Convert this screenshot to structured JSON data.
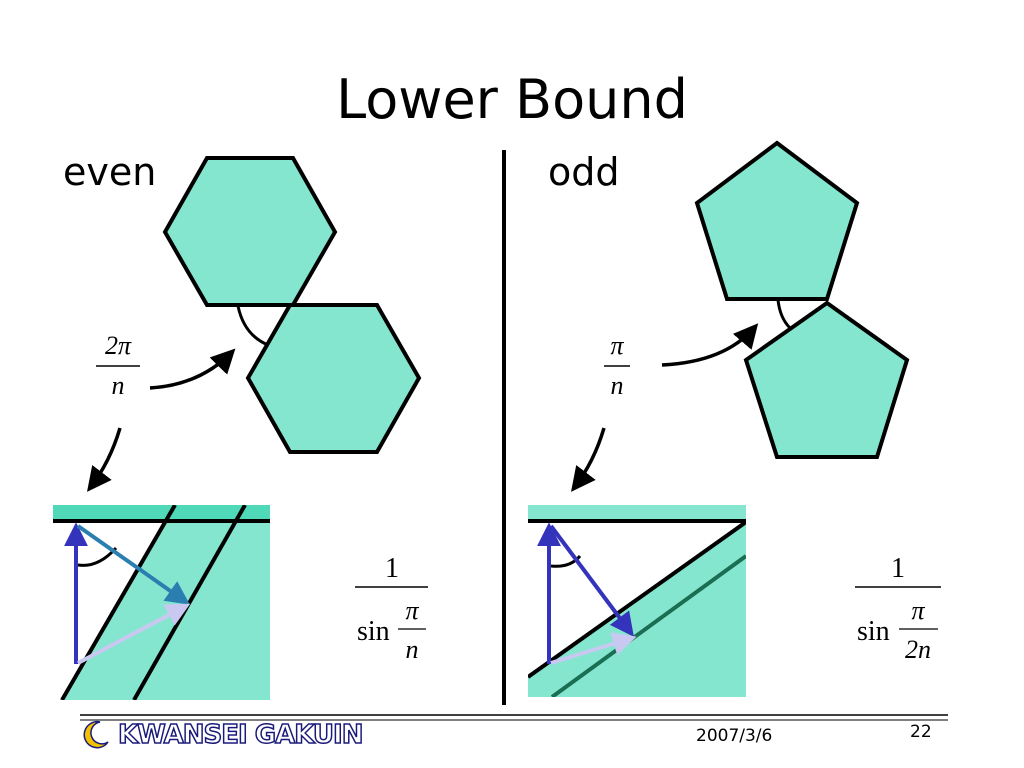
{
  "slide": {
    "title": "Lower Bound",
    "left_label": "even",
    "right_label": "odd",
    "even_angle": {
      "numerator": "2π",
      "denominator": "n"
    },
    "odd_angle": {
      "numerator": "π",
      "denominator": "n"
    },
    "even_formula": {
      "numerator": "1",
      "sin": "sin",
      "frac_num": "π",
      "frac_den": "n"
    },
    "odd_formula": {
      "numerator": "1",
      "sin": "sin",
      "frac_num": "π",
      "frac_den": "2n"
    }
  },
  "footer": {
    "logo_text": "KWANSEI GAKUIN",
    "date": "2007/3/6",
    "page": "22"
  },
  "colors": {
    "shape_fill": "#85e6d0",
    "strip_dark": "#4fd9b9",
    "outline": "#000000",
    "dark_green_line": "#1a6e52",
    "arrow_blue": "#3333bb",
    "arrow_teal": "#2a7fb0",
    "arrow_lavender": "#c8c8f0",
    "logo_moon": "#f2c200",
    "logo_navy": "#1a1a7a"
  },
  "icons": [
    "moon-logo-icon"
  ]
}
